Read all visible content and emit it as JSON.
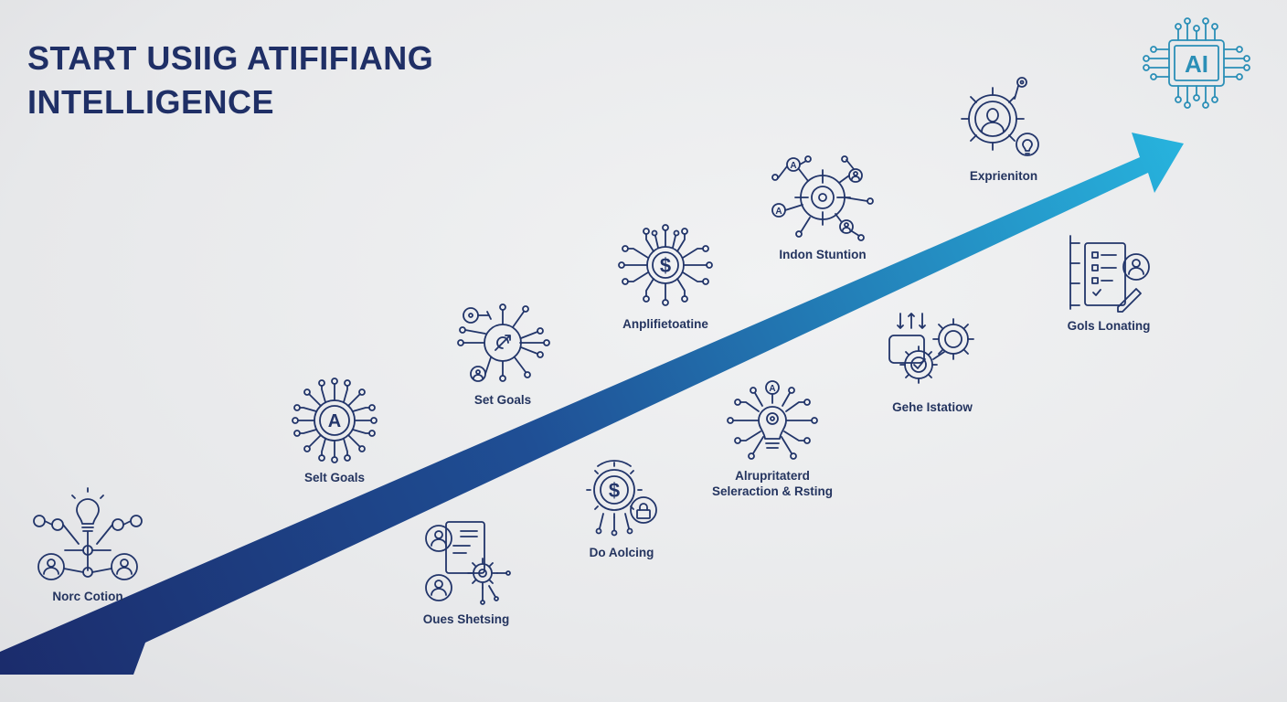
{
  "title": {
    "line1": "START USIIG ATIFIFIANG",
    "line2": "INTELLIGENCE"
  },
  "colors": {
    "title": "#1f2f66",
    "arrow_start": "#1b2b6b",
    "arrow_end": "#27b4de",
    "icon": "#22356a",
    "ai_icon": "#2b8fb7"
  },
  "nodes": [
    {
      "id": "norc-cotion",
      "label": "Norc Cotion",
      "icon": "lightbulb-network-icon"
    },
    {
      "id": "selt-goals",
      "label": "Selt Goals",
      "icon": "letter-a-circuit-icon"
    },
    {
      "id": "set-goals",
      "label": "Set Goals",
      "icon": "target-circuit-icon"
    },
    {
      "id": "oues-shetsing",
      "label": "Oues Shetsing",
      "icon": "document-gear-user-icon"
    },
    {
      "id": "anplifietoatine",
      "label": "Anplifietoatine",
      "icon": "dollar-circuit-icon"
    },
    {
      "id": "do-aolcing",
      "label": "Do Aolcing",
      "icon": "dollar-gear-lock-icon"
    },
    {
      "id": "alrupritaterd",
      "label": "Alrupritaterd\nSeleraction & Rsting",
      "icon": "lightbulb-circuit-icon"
    },
    {
      "id": "indon-stuntion",
      "label": "Indon Stuntion",
      "icon": "crosshair-network-icon"
    },
    {
      "id": "gehe-istatiow",
      "label": "Gehe Istatiow",
      "icon": "gear-check-icon"
    },
    {
      "id": "exprieniton",
      "label": "Exprieniton",
      "icon": "gear-user-icon"
    },
    {
      "id": "gols-lonating",
      "label": "Gols Lonating",
      "icon": "checklist-user-icon"
    },
    {
      "id": "ai-chip",
      "label": "",
      "chip_text": "AI",
      "icon": "ai-chip-icon"
    }
  ]
}
